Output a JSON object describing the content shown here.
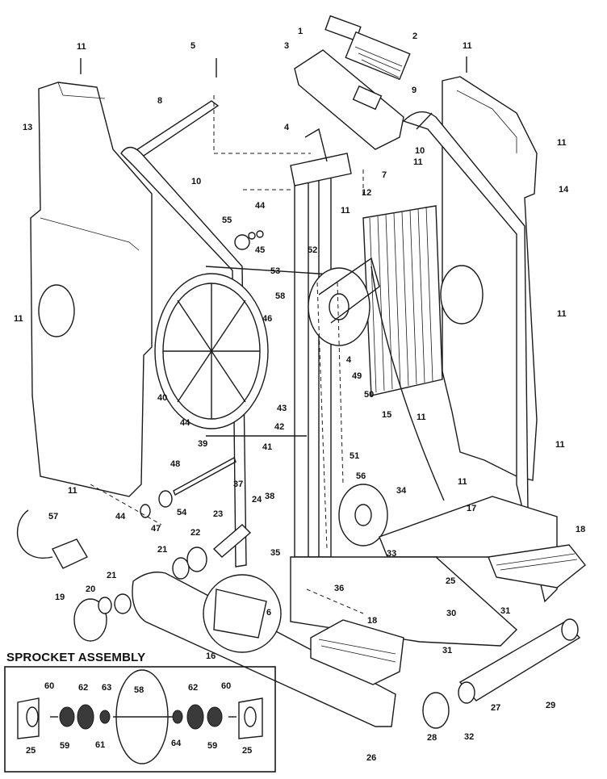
{
  "diagram": {
    "section_title": "SPROCKET ASSEMBLY",
    "callouts": [
      "1",
      "2",
      "3",
      "4",
      "5",
      "6",
      "7",
      "8",
      "9",
      "10",
      "11",
      "12",
      "13",
      "14",
      "15",
      "16",
      "17",
      "18",
      "19",
      "20",
      "21",
      "22",
      "23",
      "24",
      "25",
      "26",
      "27",
      "28",
      "29",
      "30",
      "31",
      "32",
      "33",
      "34",
      "35",
      "36",
      "37",
      "38",
      "39",
      "40",
      "41",
      "42",
      "43",
      "44",
      "45",
      "46",
      "47",
      "48",
      "49",
      "50",
      "51",
      "52",
      "53",
      "54",
      "55",
      "56",
      "57",
      "58",
      "59",
      "60",
      "61",
      "62",
      "63",
      "64"
    ]
  }
}
